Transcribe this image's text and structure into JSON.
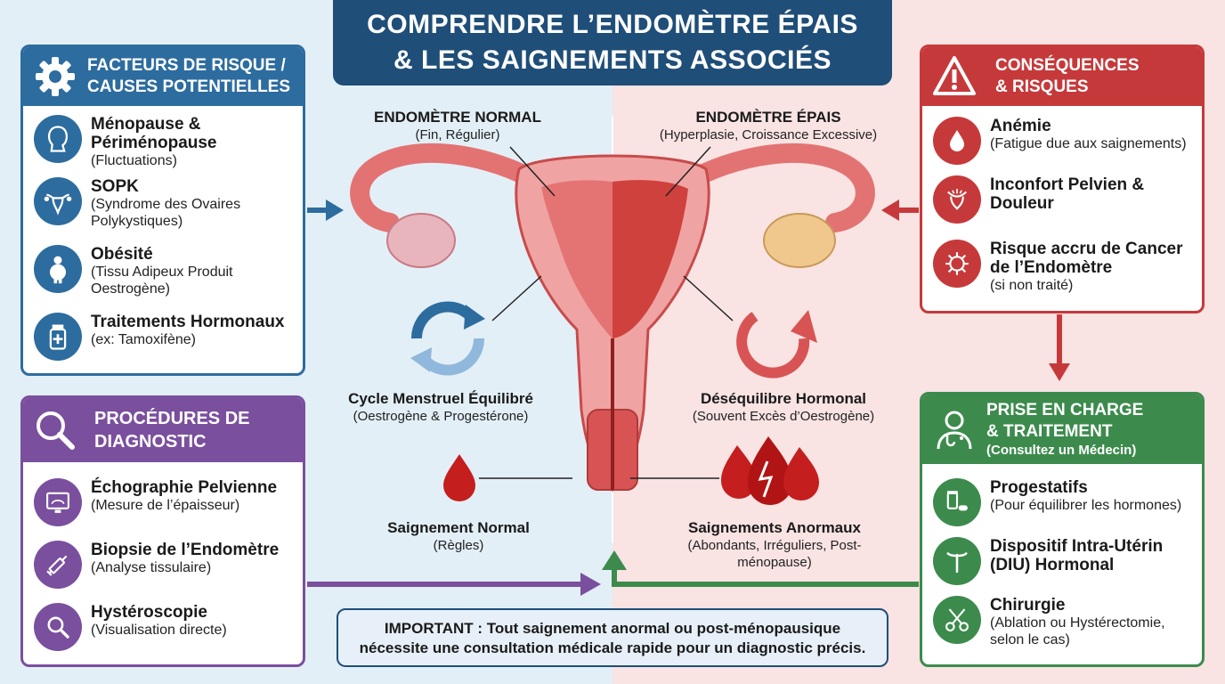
{
  "title": {
    "line1": "COMPRENDRE L’ENDOMÈTRE ÉPAIS",
    "line2": "& LES SAIGNEMENTS ASSOCIÉS"
  },
  "risk_factors": {
    "heading_line1": "FACTEURS DE RISQUE /",
    "heading_line2": "CAUSES POTENTIELLES",
    "icon": "gear-icon",
    "items": [
      {
        "title": "Ménopause & Périménopause",
        "sub": "(Fluctuations)",
        "icon": "woman-head-icon"
      },
      {
        "title": "SOPK",
        "sub": "(Syndrome des Ovaires Polykystiques)",
        "icon": "uterus-icon"
      },
      {
        "title": "Obésité",
        "sub": "(Tissu Adipeux Produit Oestrogène)",
        "icon": "body-icon"
      },
      {
        "title": "Traitements Hormonaux",
        "sub": "(ex: Tamoxifène)",
        "icon": "pill-bottle-icon"
      }
    ]
  },
  "diagnostic": {
    "heading_line1": "PROCÉDURES DE",
    "heading_line2": "DIAGNOSTIC",
    "icon": "magnifier-icon",
    "items": [
      {
        "title": "Échographie Pelvienne",
        "sub": "(Mesure de l’épaisseur)",
        "icon": "ultrasound-icon"
      },
      {
        "title": "Biopsie de l’Endomètre",
        "sub": "(Analyse tissulaire)",
        "icon": "syringe-icon"
      },
      {
        "title": "Hystéroscopie",
        "sub": "(Visualisation directe)",
        "icon": "magnifier-icon"
      }
    ]
  },
  "consequences": {
    "heading_line1": "CONSÉQUENCES",
    "heading_line2": "& RISQUES",
    "icon": "warning-icon",
    "items": [
      {
        "title": "Anémie",
        "sub": "(Fatigue due aux saignements)",
        "icon": "blood-drop-icon"
      },
      {
        "title": "Inconfort Pelvien & Douleur",
        "sub": "",
        "icon": "pelvis-pain-icon"
      },
      {
        "title": "Risque accru de Cancer de l’Endomètre",
        "sub": "(si non traité)",
        "icon": "cell-icon"
      }
    ]
  },
  "treatment": {
    "heading_line1": "PRISE EN CHARGE",
    "heading_line2": "& TRAITEMENT",
    "heading_sub": "(Consultez un Médecin)",
    "icon": "doctor-icon",
    "items": [
      {
        "title": "Progestatifs",
        "sub": "(Pour équilibrer les hormones)",
        "icon": "pills-icon"
      },
      {
        "title": "Dispositif Intra-Utérin (DIU) Hormonal",
        "sub": "",
        "icon": "iud-icon"
      },
      {
        "title": "Chirurgie",
        "sub": "(Ablation ou Hystérectomie, selon le cas)",
        "icon": "scissors-icon"
      }
    ]
  },
  "center": {
    "normal": {
      "title": "ENDOMÈTRE NORMAL",
      "sub": "(Fin, Régulier)"
    },
    "thick": {
      "title": "ENDOMÈTRE ÉPAIS",
      "sub": "(Hyperplasie, Croissance Excessive)"
    },
    "cycle": {
      "title": "Cycle Menstruel Équilibré",
      "sub": "(Oestrogène & Progestérone)"
    },
    "imbalance": {
      "title": "Déséquilibre Hormonal",
      "sub": "(Souvent Excès d’Oestrogène)"
    },
    "normal_bleeding": {
      "title": "Saignement Normal",
      "sub": "(Règles)"
    },
    "abnormal_bleeding": {
      "title": "Saignements Anormaux",
      "sub": "(Abondants, Irréguliers, Post-ménopause)"
    }
  },
  "important": {
    "line1": "IMPORTANT : Tout saignement anormal ou post-ménopausique",
    "line2": "nécessite une consultation médicale rapide pour un diagnostic précis."
  },
  "colors": {
    "blue": "#2d6c9f",
    "purple": "#7a4f9e",
    "red": "#c6393a",
    "green": "#3c8b4d",
    "navy": "#1f4e78"
  }
}
